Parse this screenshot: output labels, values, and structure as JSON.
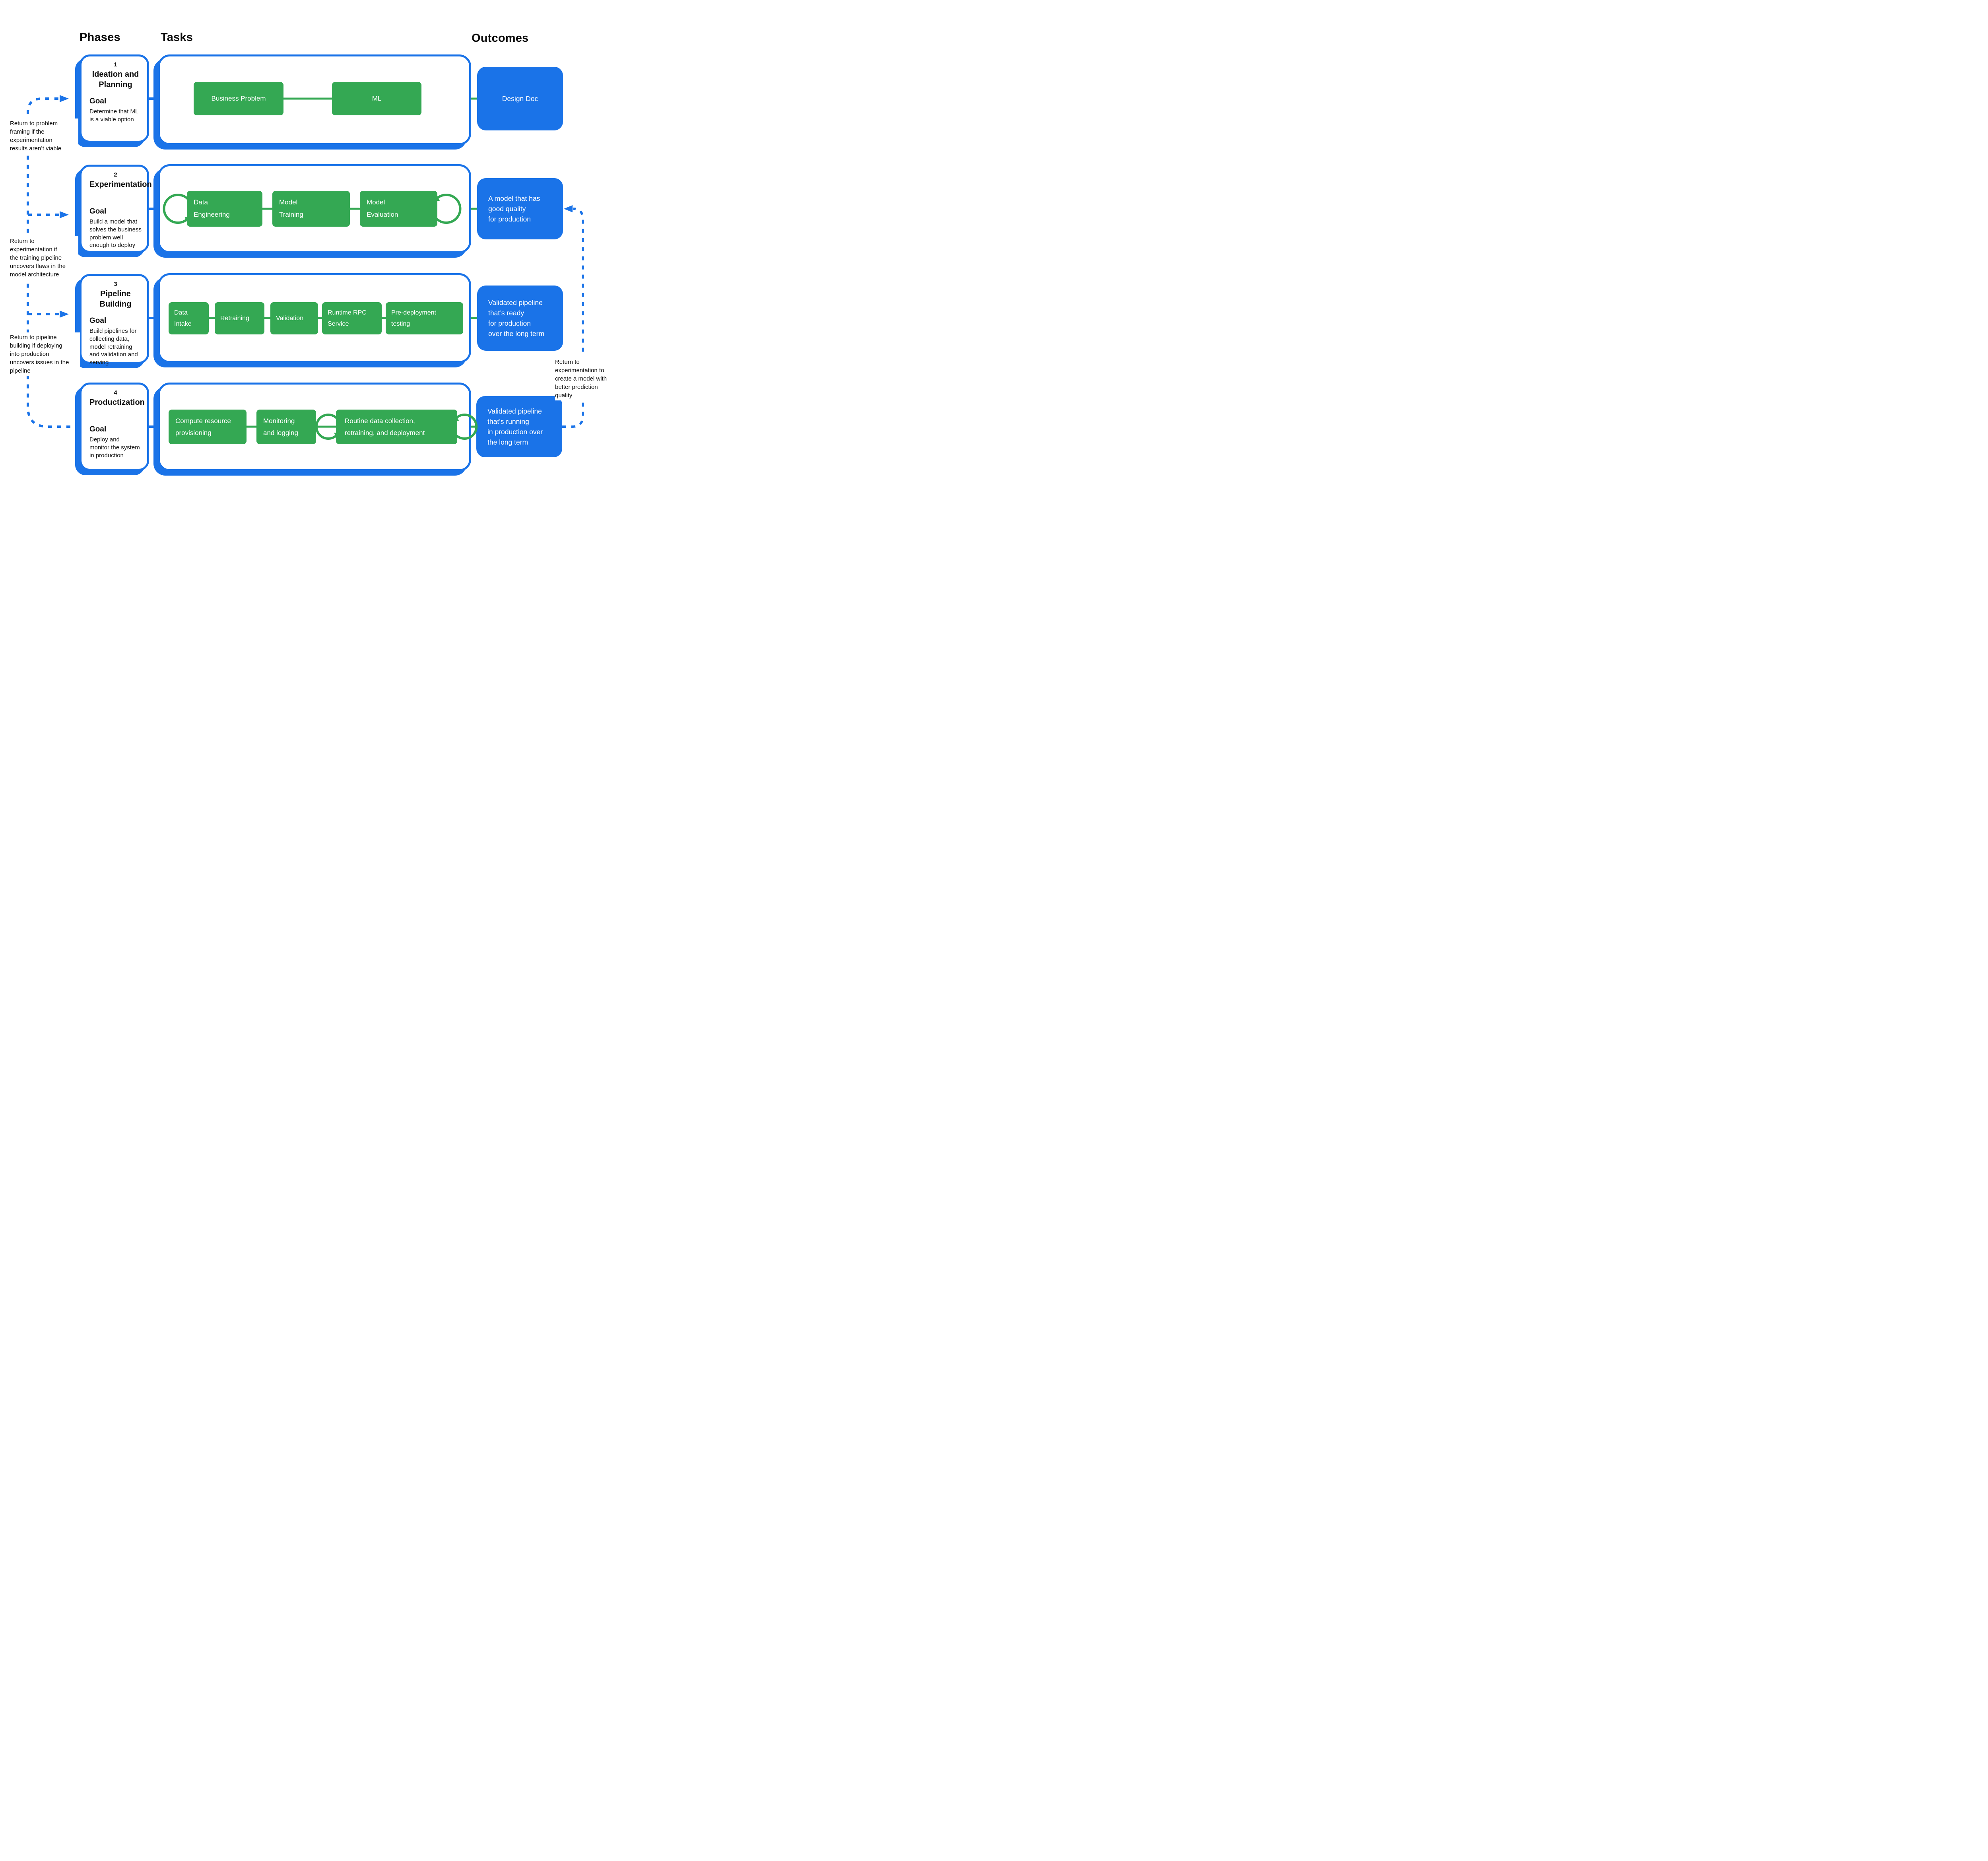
{
  "headers": {
    "phases": "Phases",
    "tasks": "Tasks",
    "outcomes": "Outcomes"
  },
  "colors": {
    "blue": "#1A73E8",
    "green": "#34A853",
    "text": "#0B0B0B",
    "background": "#FFFFFF"
  },
  "phases": [
    {
      "number": "1",
      "title": "Ideation and\nPlanning",
      "goal_label": "Goal",
      "goal": "Determine that ML\nis a viable option",
      "tasks": [
        {
          "label": "Business Problem"
        },
        {
          "label": "ML"
        }
      ],
      "outcome": "Design Doc"
    },
    {
      "number": "2",
      "title": "Experimentation",
      "goal_label": "Goal",
      "goal": "Build a model that\nsolves the business\nproblem well\nenough to deploy",
      "tasks": [
        {
          "label": "Data\nEngineering"
        },
        {
          "label": "Model\nTraining"
        },
        {
          "label": "Model\nEvaluation"
        }
      ],
      "outcome": "A model that has\ngood quality\nfor production"
    },
    {
      "number": "3",
      "title": "Pipeline Building",
      "goal_label": "Goal",
      "goal": "Build pipelines for\ncollecting data,\nmodel retraining\nand validation and\nserving",
      "tasks": [
        {
          "label": "Data\nIntake"
        },
        {
          "label": "Retraining"
        },
        {
          "label": "Validation"
        },
        {
          "label": "Runtime RPC\nService"
        },
        {
          "label": "Pre-deployment\ntesting"
        }
      ],
      "outcome": "Validated pipeline\nthat’s ready\nfor production\nover the long term"
    },
    {
      "number": "4",
      "title": "Productization",
      "goal_label": "Goal",
      "goal": "Deploy and\nmonitor the system\nin production",
      "tasks": [
        {
          "label": "Compute resource\nprovisioning"
        },
        {
          "label": "Monitoring\nand logging"
        },
        {
          "label": "Routine data collection,\nretraining, and deployment"
        }
      ],
      "outcome": "Validated pipeline\nthat’s running\nin production over\nthe long term"
    }
  ],
  "annotations": {
    "left": [
      "Return to problem\nframing if the\nexperimentation\nresults aren’t viable",
      "Return to\nexperimentation if\nthe training pipeline\nuncovers flaws in the\nmodel architecture",
      "Return to pipeline\nbuilding if deploying\ninto production\nuncovers issues in the\npipeline"
    ],
    "right": [
      "Return to\nexperimentation to\ncreate a model with\nbetter prediction\nquality"
    ]
  }
}
